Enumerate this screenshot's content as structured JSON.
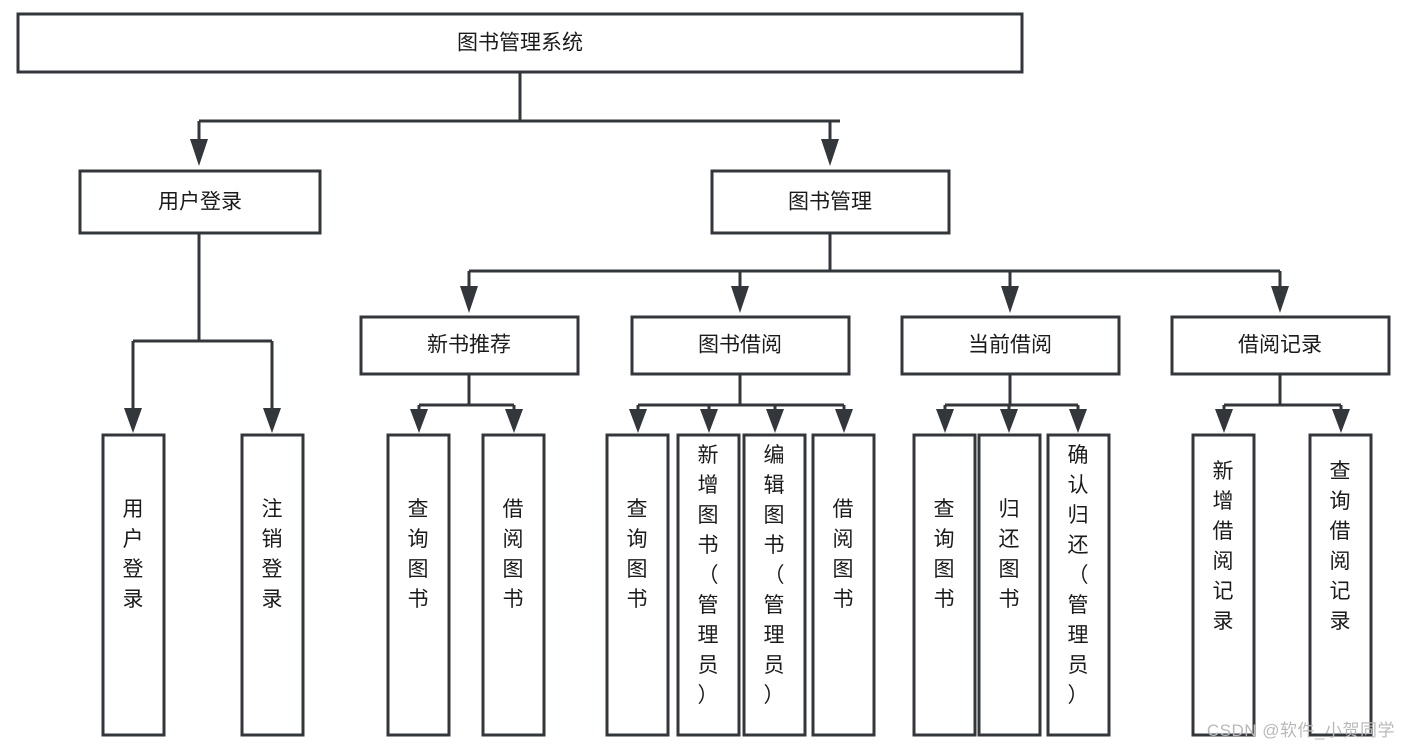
{
  "diagram": {
    "type": "tree-hierarchy",
    "title": "图书管理系统",
    "watermark": "CSDN @软件_小贺同学",
    "colors": {
      "box_fill": "#ffffff",
      "box_stroke": "#33373b",
      "text": "#1b1b1b",
      "background": "#ffffff",
      "watermark": "#b9b9b9"
    },
    "levels": {
      "root": {
        "label": "图书管理系统"
      },
      "level2": [
        {
          "id": "user-login",
          "label": "用户登录"
        },
        {
          "id": "book-management",
          "label": "图书管理"
        }
      ],
      "level3": [
        {
          "id": "new-book-recommend",
          "label": "新书推荐",
          "parent": "book-management"
        },
        {
          "id": "book-borrow",
          "label": "图书借阅",
          "parent": "book-management"
        },
        {
          "id": "current-borrow",
          "label": "当前借阅",
          "parent": "book-management"
        },
        {
          "id": "borrow-record",
          "label": "借阅记录",
          "parent": "book-management"
        }
      ],
      "leaves": [
        {
          "id": "leaf-user-login",
          "label": "用户登录",
          "parent": "user-login"
        },
        {
          "id": "leaf-user-logout",
          "label": "注销登录",
          "parent": "user-login"
        },
        {
          "id": "leaf-query-book-1",
          "label": "查询图书",
          "parent": "new-book-recommend"
        },
        {
          "id": "leaf-borrow-book-1",
          "label": "借阅图书",
          "parent": "new-book-recommend"
        },
        {
          "id": "leaf-query-book-2",
          "label": "查询图书",
          "parent": "book-borrow"
        },
        {
          "id": "leaf-add-book",
          "label": "新增图书（管理员）",
          "parent": "book-borrow"
        },
        {
          "id": "leaf-edit-book",
          "label": "编辑图书（管理员）",
          "parent": "book-borrow"
        },
        {
          "id": "leaf-borrow-book-2",
          "label": "借阅图书",
          "parent": "book-borrow"
        },
        {
          "id": "leaf-query-book-3",
          "label": "查询图书",
          "parent": "current-borrow"
        },
        {
          "id": "leaf-return-book",
          "label": "归还图书",
          "parent": "current-borrow"
        },
        {
          "id": "leaf-confirm-return",
          "label": "确认归还（管理员）",
          "parent": "current-borrow"
        },
        {
          "id": "leaf-add-record",
          "label": "新增借阅记录",
          "parent": "borrow-record"
        },
        {
          "id": "leaf-query-record",
          "label": "查询借阅记录",
          "parent": "borrow-record"
        }
      ]
    }
  }
}
